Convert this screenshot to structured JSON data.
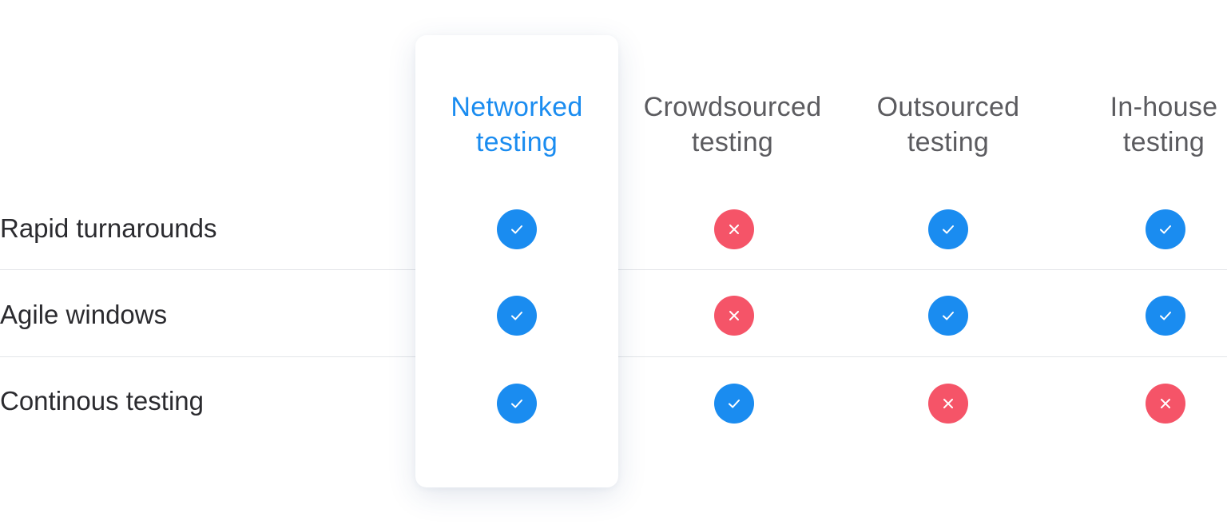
{
  "columns": [
    {
      "line1": "Networked",
      "line2": "testing",
      "featured": true
    },
    {
      "line1": "Crowdsourced",
      "line2": "testing",
      "featured": false
    },
    {
      "line1": "Outsourced",
      "line2": "testing",
      "featured": false
    },
    {
      "line1": "In-house",
      "line2": "testing",
      "featured": false
    }
  ],
  "rows": [
    {
      "label": "Rapid turnarounds",
      "values": [
        true,
        false,
        true,
        true
      ]
    },
    {
      "label": "Agile windows",
      "values": [
        true,
        false,
        true,
        true
      ]
    },
    {
      "label": "Continous testing",
      "values": [
        true,
        true,
        false,
        false
      ]
    }
  ],
  "icons": {
    "yes": "check-icon",
    "no": "cross-icon"
  },
  "colors": {
    "accent": "#1a8cf0",
    "negative": "#f55468",
    "header_text": "#5b5b5f",
    "label_text": "#2b2b2f",
    "divider": "#e3e5e8"
  }
}
